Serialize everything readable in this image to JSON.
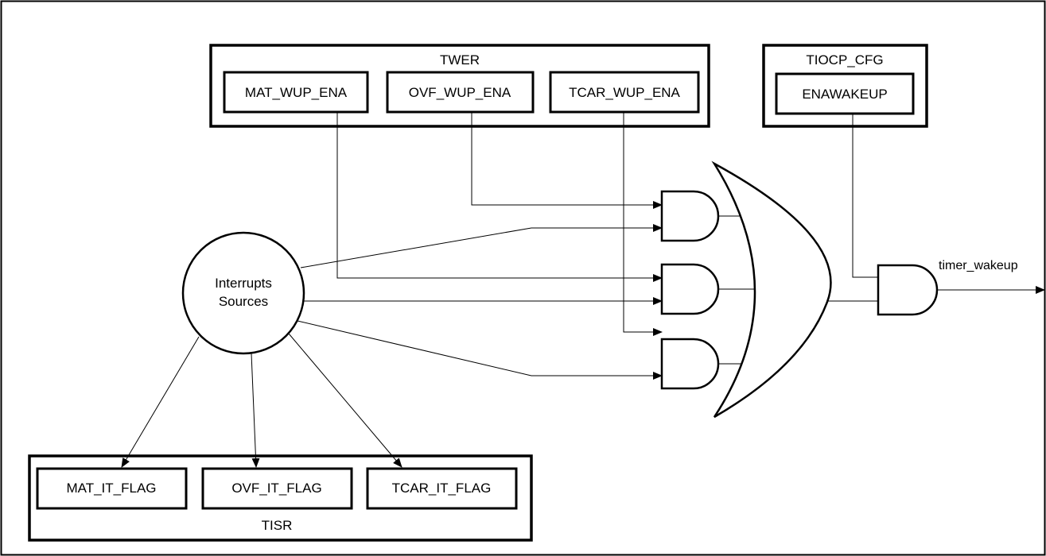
{
  "twer": {
    "title": "TWER",
    "fields": [
      "MAT_WUP_ENA",
      "OVF_WUP_ENA",
      "TCAR_WUP_ENA"
    ]
  },
  "tiocp": {
    "title": "TIOCP_CFG",
    "field": "ENAWAKEUP"
  },
  "source": {
    "line1": "Interrupts",
    "line2": "Sources"
  },
  "tisr": {
    "title": "TISR",
    "fields": [
      "MAT_IT_FLAG",
      "OVF_IT_FLAG",
      "TCAR_IT_FLAG"
    ]
  },
  "output": {
    "label": "timer_wakeup"
  }
}
